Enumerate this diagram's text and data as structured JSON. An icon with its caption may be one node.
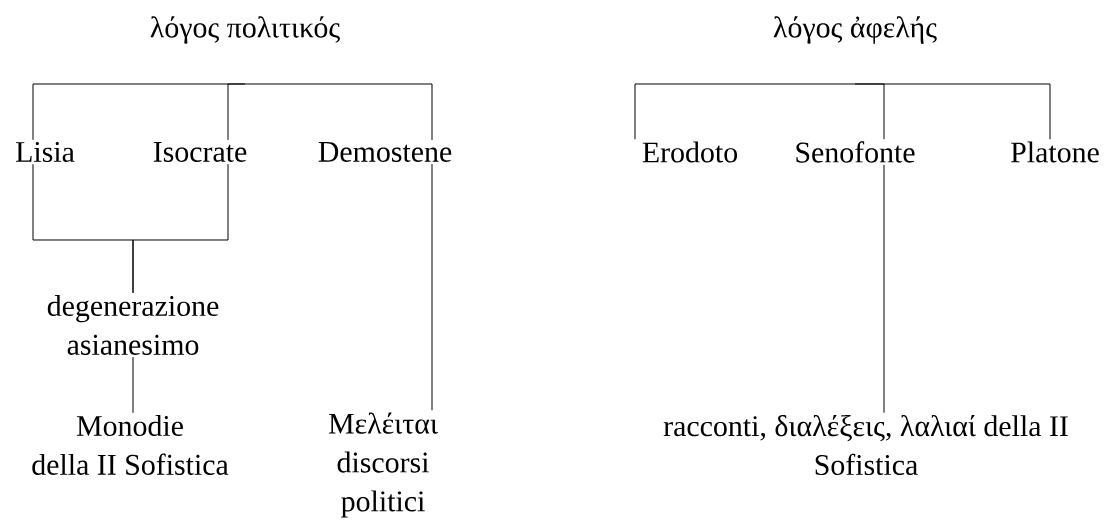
{
  "diagram": {
    "nodes": [
      {
        "text": [
          "λόγος πολιτικός"
        ]
      },
      {
        "text": [
          "λόγος ἀφελής"
        ]
      },
      {
        "text": [
          "Lisia"
        ]
      },
      {
        "text": [
          "Isocrate"
        ]
      },
      {
        "text": [
          "Demostene"
        ]
      },
      {
        "text": [
          "Erodoto"
        ]
      },
      {
        "text": [
          "Senofonte"
        ]
      },
      {
        "text": [
          "Platone"
        ]
      },
      {
        "text": [
          "degenerazione asianesimo"
        ]
      },
      {
        "text": [
          "Monodie della II Sofistica"
        ]
      },
      {
        "text": [
          "Μελέιται discorsi politici"
        ]
      },
      {
        "text": [
          "racconti, διαλέξεις, λαλιαί della II Sofistica"
        ]
      }
    ],
    "edges": [
      {
        "from": 0,
        "to": 2,
        "arrow": "none"
      },
      {
        "from": 0,
        "to": 3,
        "arrow": "none"
      },
      {
        "from": 0,
        "to": 4,
        "arrow": "none"
      },
      {
        "from": 1,
        "to": 5,
        "arrow": "none"
      },
      {
        "from": 1,
        "to": 6,
        "arrow": "none"
      },
      {
        "from": 1,
        "to": 7,
        "arrow": "none"
      },
      {
        "from": 2,
        "to": 8,
        "arrow": "none"
      },
      {
        "from": 3,
        "to": 8,
        "arrow": "none"
      },
      {
        "from": 8,
        "to": 9,
        "arrow": "none"
      },
      {
        "from": 4,
        "to": 10,
        "arrow": "none"
      },
      {
        "from": 6,
        "to": 11,
        "arrow": "none"
      }
    ]
  }
}
